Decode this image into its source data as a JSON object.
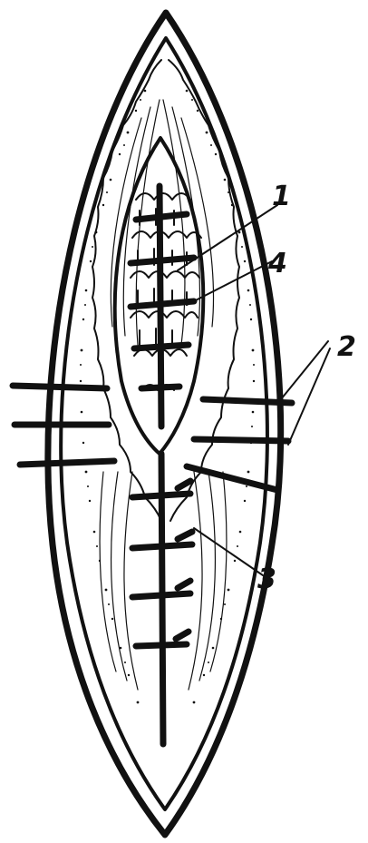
{
  "figure": {
    "labels": {
      "label_1": "1",
      "label_2": "2",
      "label_3": "3",
      "label_4": "4"
    }
  },
  "colors": {
    "ink": "#111111",
    "paper": "#ffffff"
  }
}
